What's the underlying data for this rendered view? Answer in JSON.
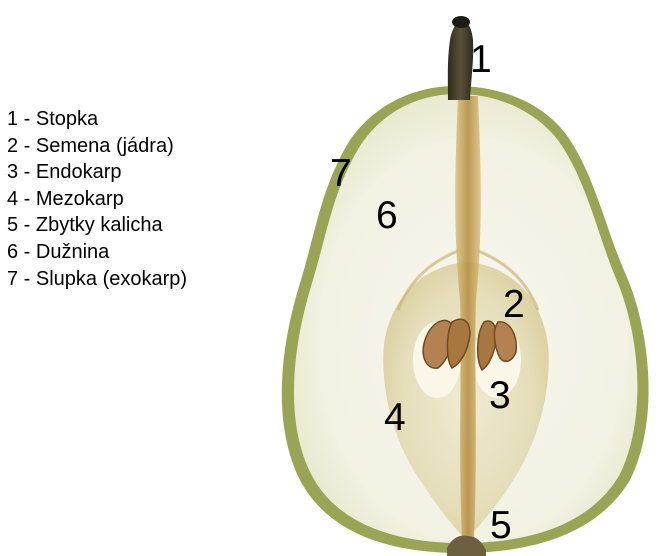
{
  "legend": {
    "items": [
      "1 - Stopka",
      "2 - Semena (jádra)",
      "3 - Endokarp",
      "4 - Mezokarp",
      "5 - Zbytky kalicha",
      "6 - Dužnina",
      "7 - Slupka (exokarp)"
    ]
  },
  "callouts": {
    "stem": "1",
    "seeds": "2",
    "endocarp": "3",
    "mesocarp": "4",
    "calyx_remnants": "5",
    "flesh": "6",
    "skin": "7"
  },
  "colors": {
    "skin": "#9aa455",
    "flesh": "#f4f4ea",
    "mesocarp": "#e6e0c0",
    "core_strand": "#c9a35a",
    "stem": "#3a3424",
    "seed": "#b48150",
    "seed_cavity": "#faf6e8"
  }
}
